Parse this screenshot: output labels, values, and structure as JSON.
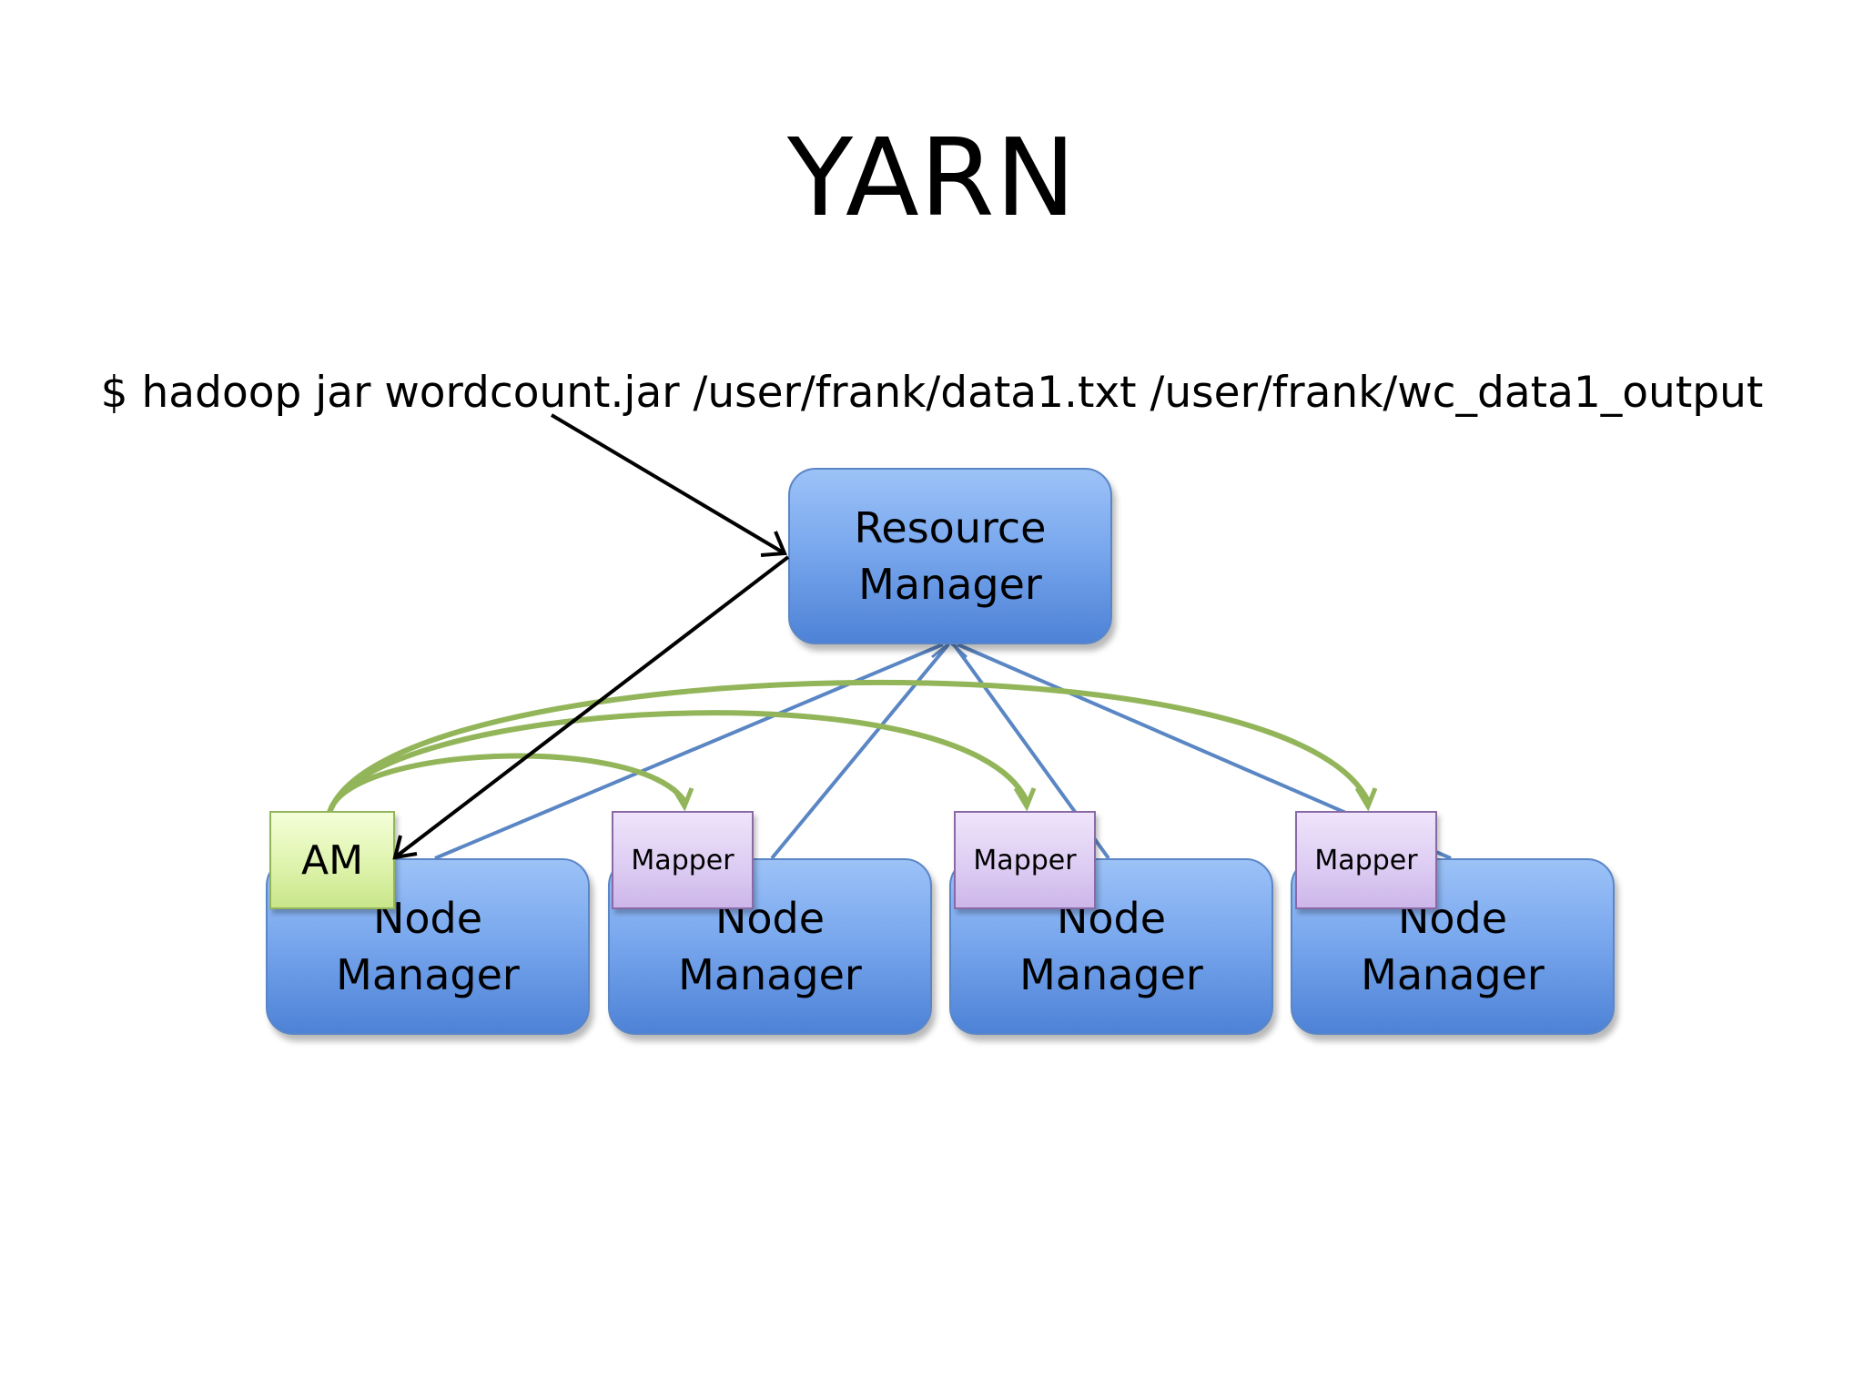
{
  "slide": {
    "title": "YARN",
    "command": "$ hadoop jar wordcount.jar /user/frank/data1.txt /user/frank/wc_data1_output"
  },
  "resource_manager": {
    "line1": "Resource",
    "line2": "Manager"
  },
  "node_managers": [
    {
      "line1": "Node",
      "line2": "Manager"
    },
    {
      "line1": "Node",
      "line2": "Manager"
    },
    {
      "line1": "Node",
      "line2": "Manager"
    },
    {
      "line1": "Node",
      "line2": "Manager"
    }
  ],
  "app_master": {
    "label": "AM"
  },
  "mappers": [
    {
      "label": "Mapper"
    },
    {
      "label": "Mapper"
    },
    {
      "label": "Mapper"
    }
  ],
  "colors": {
    "box_blue": "#7aa8ee",
    "box_border": "#5b86c6",
    "am_green": "#dcf2a9",
    "mapper_purple": "#dccbf2",
    "green_arrow": "#93b55a",
    "blue_line": "#5a86c4",
    "black_arrow": "#000000"
  }
}
